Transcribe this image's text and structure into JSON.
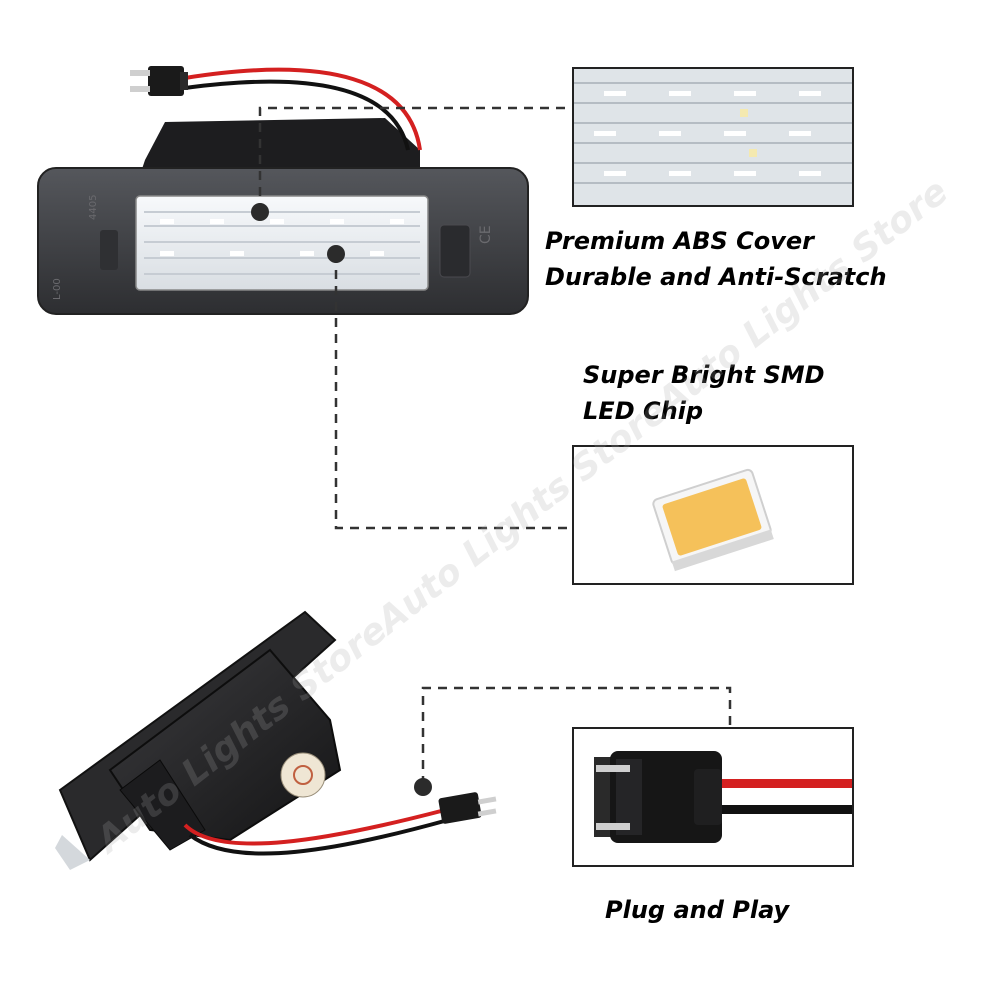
{
  "features": [
    {
      "line1": "Premium ABS Cover",
      "line2": "Durable and Anti-Scratch"
    },
    {
      "line1": "Super Bright SMD",
      "line2": "LED Chip"
    },
    {
      "line1": "Plug and Play"
    }
  ],
  "watermark": "Auto Lights StoreAuto Lights StoreAuto Lights Store",
  "housing_markings": {
    "left": "L-00",
    "code": "4405",
    "ce": "CE"
  },
  "colors": {
    "housing": "#3a3a3e",
    "lens": "#eef2f6",
    "led": "#f5c15a",
    "wire_red": "#d42020",
    "wire_black": "#111111",
    "leader": "#333333"
  }
}
